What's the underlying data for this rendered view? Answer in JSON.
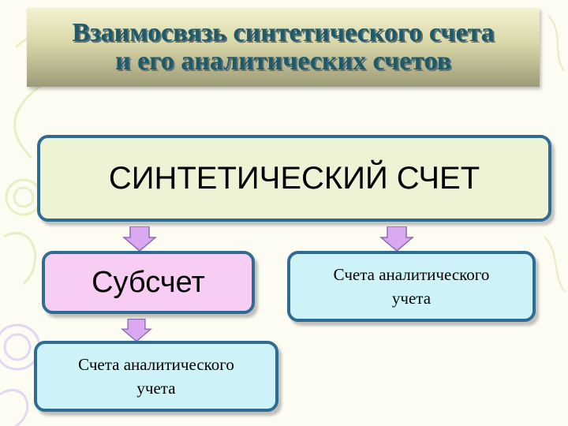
{
  "title": {
    "line1": "Взаимосвязь синтетического счета",
    "line2": "и его аналитических счетов"
  },
  "nodes": {
    "synthetic": "СИНТЕТИЧЕСКИЙ СЧЕТ",
    "subaccount": "Субсчет",
    "analytic_right": {
      "line1": "Счета аналитического",
      "line2": "учета"
    },
    "analytic_left": {
      "line1": "Счета аналитического",
      "line2": "учета"
    }
  },
  "colors": {
    "title_text": "#1f5a69",
    "box_border": "#2f6c94",
    "synthetic_fill": "#eef3d6",
    "subaccount_fill": "#f8cdf3",
    "analytic_fill": "#cdf3f9",
    "arrow_fill": "#d9a8f0"
  }
}
